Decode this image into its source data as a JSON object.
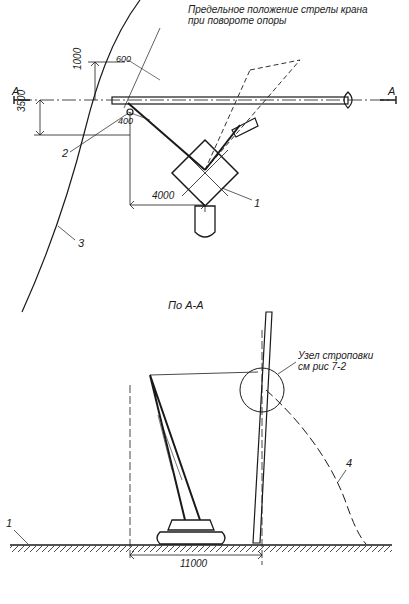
{
  "diagram": {
    "labels": [
      "Предельное положение стрелы крана при повороте опоры",
      "А",
      "А",
      "1000",
      "600",
      "400",
      "3500",
      "2",
      "1",
      "3",
      "4000",
      "По А-А",
      "Узел строповки см рис 7-2",
      "4",
      "1",
      "11000"
    ]
  }
}
